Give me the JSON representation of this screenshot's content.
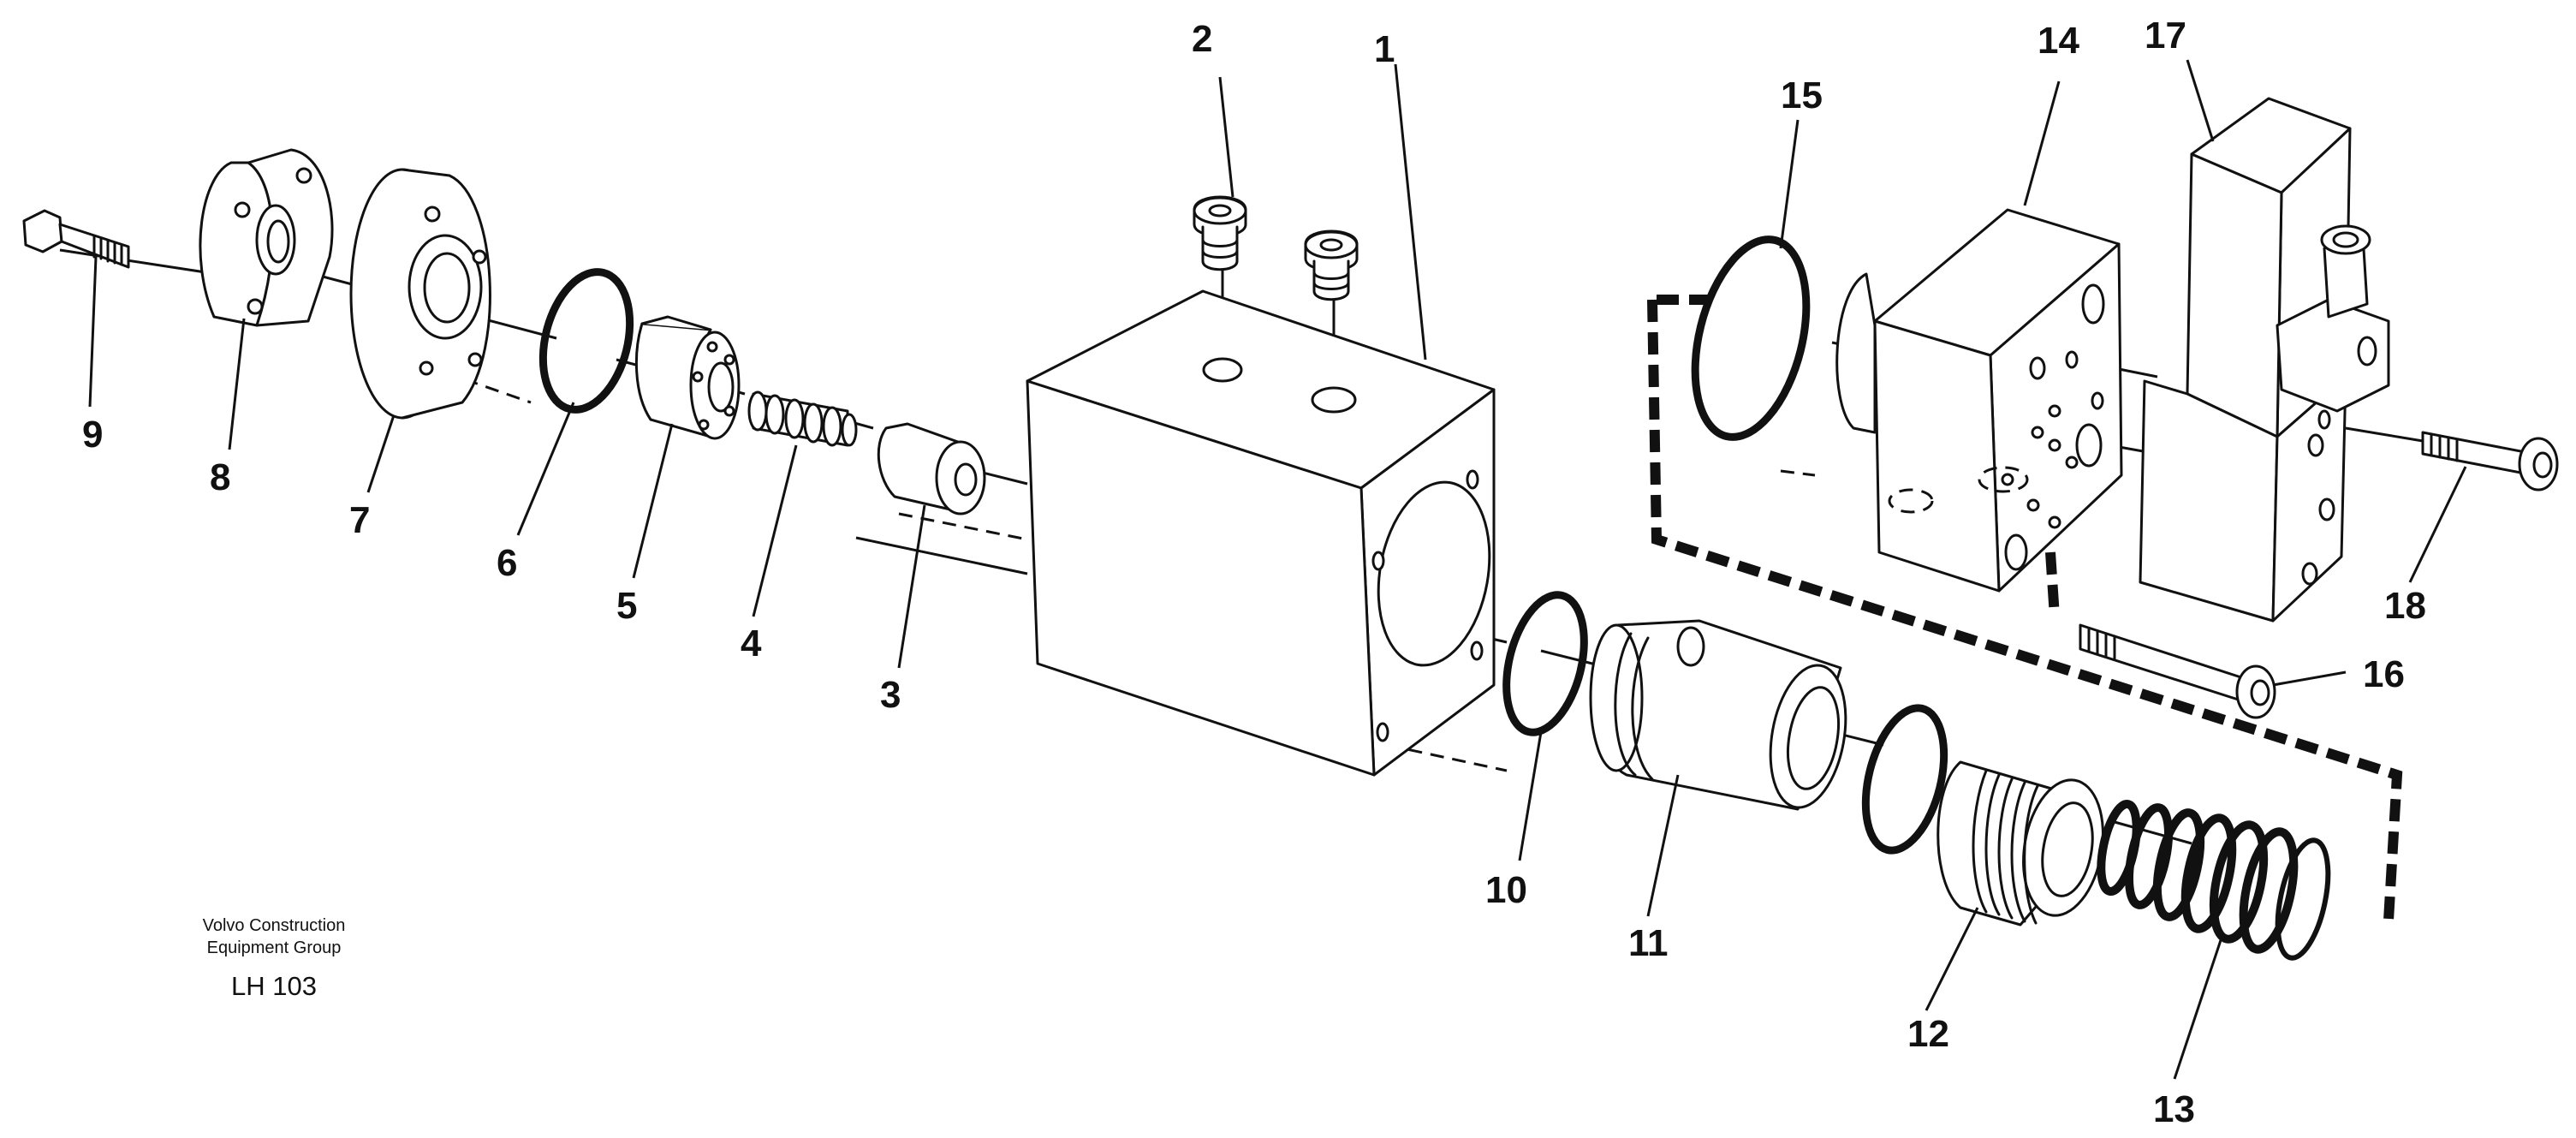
{
  "caption": {
    "company_line1": "Volvo Construction",
    "company_line2": "Equipment Group",
    "code": "LH 103"
  },
  "callouts": [
    "1",
    "2",
    "3",
    "4",
    "5",
    "6",
    "7",
    "8",
    "9",
    "10",
    "11",
    "12",
    "13",
    "14",
    "15",
    "16",
    "17",
    "18"
  ],
  "colors": {
    "ink": "#111111",
    "paper": "#ffffff"
  }
}
